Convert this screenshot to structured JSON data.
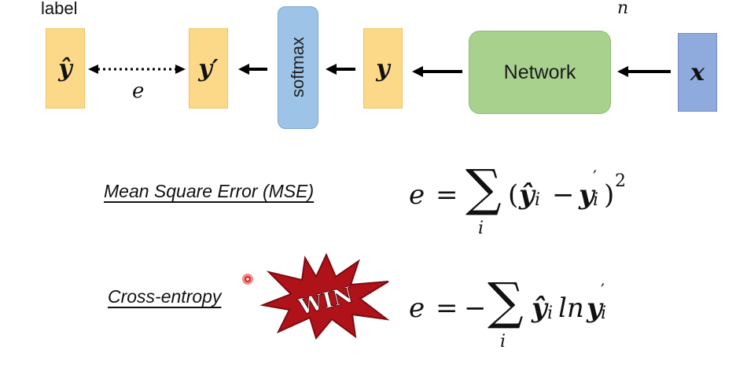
{
  "diagram": {
    "label_caption": "label",
    "n_caption": "n",
    "y_hat": "ŷ",
    "y_prime": "y′",
    "softmax": "softmax",
    "y": "y",
    "network": "Network",
    "x": "x",
    "error_symbol": "e"
  },
  "equations": {
    "mse_name": "Mean Square Error (MSE)",
    "mse_formula": "e = ∑ᵢ (ŷᵢ − y′ᵢ)²",
    "ce_name": "Cross-entropy",
    "ce_formula": "e = −∑ᵢ ŷᵢ ln y′ᵢ",
    "win_badge": "WIN"
  },
  "colors": {
    "yellow": "#fcd889",
    "green": "#a9d18e",
    "blue": "#9dc3e6",
    "indigo": "#8faadc",
    "win_red": "#b0121a",
    "pointer_red": "#e32222"
  }
}
